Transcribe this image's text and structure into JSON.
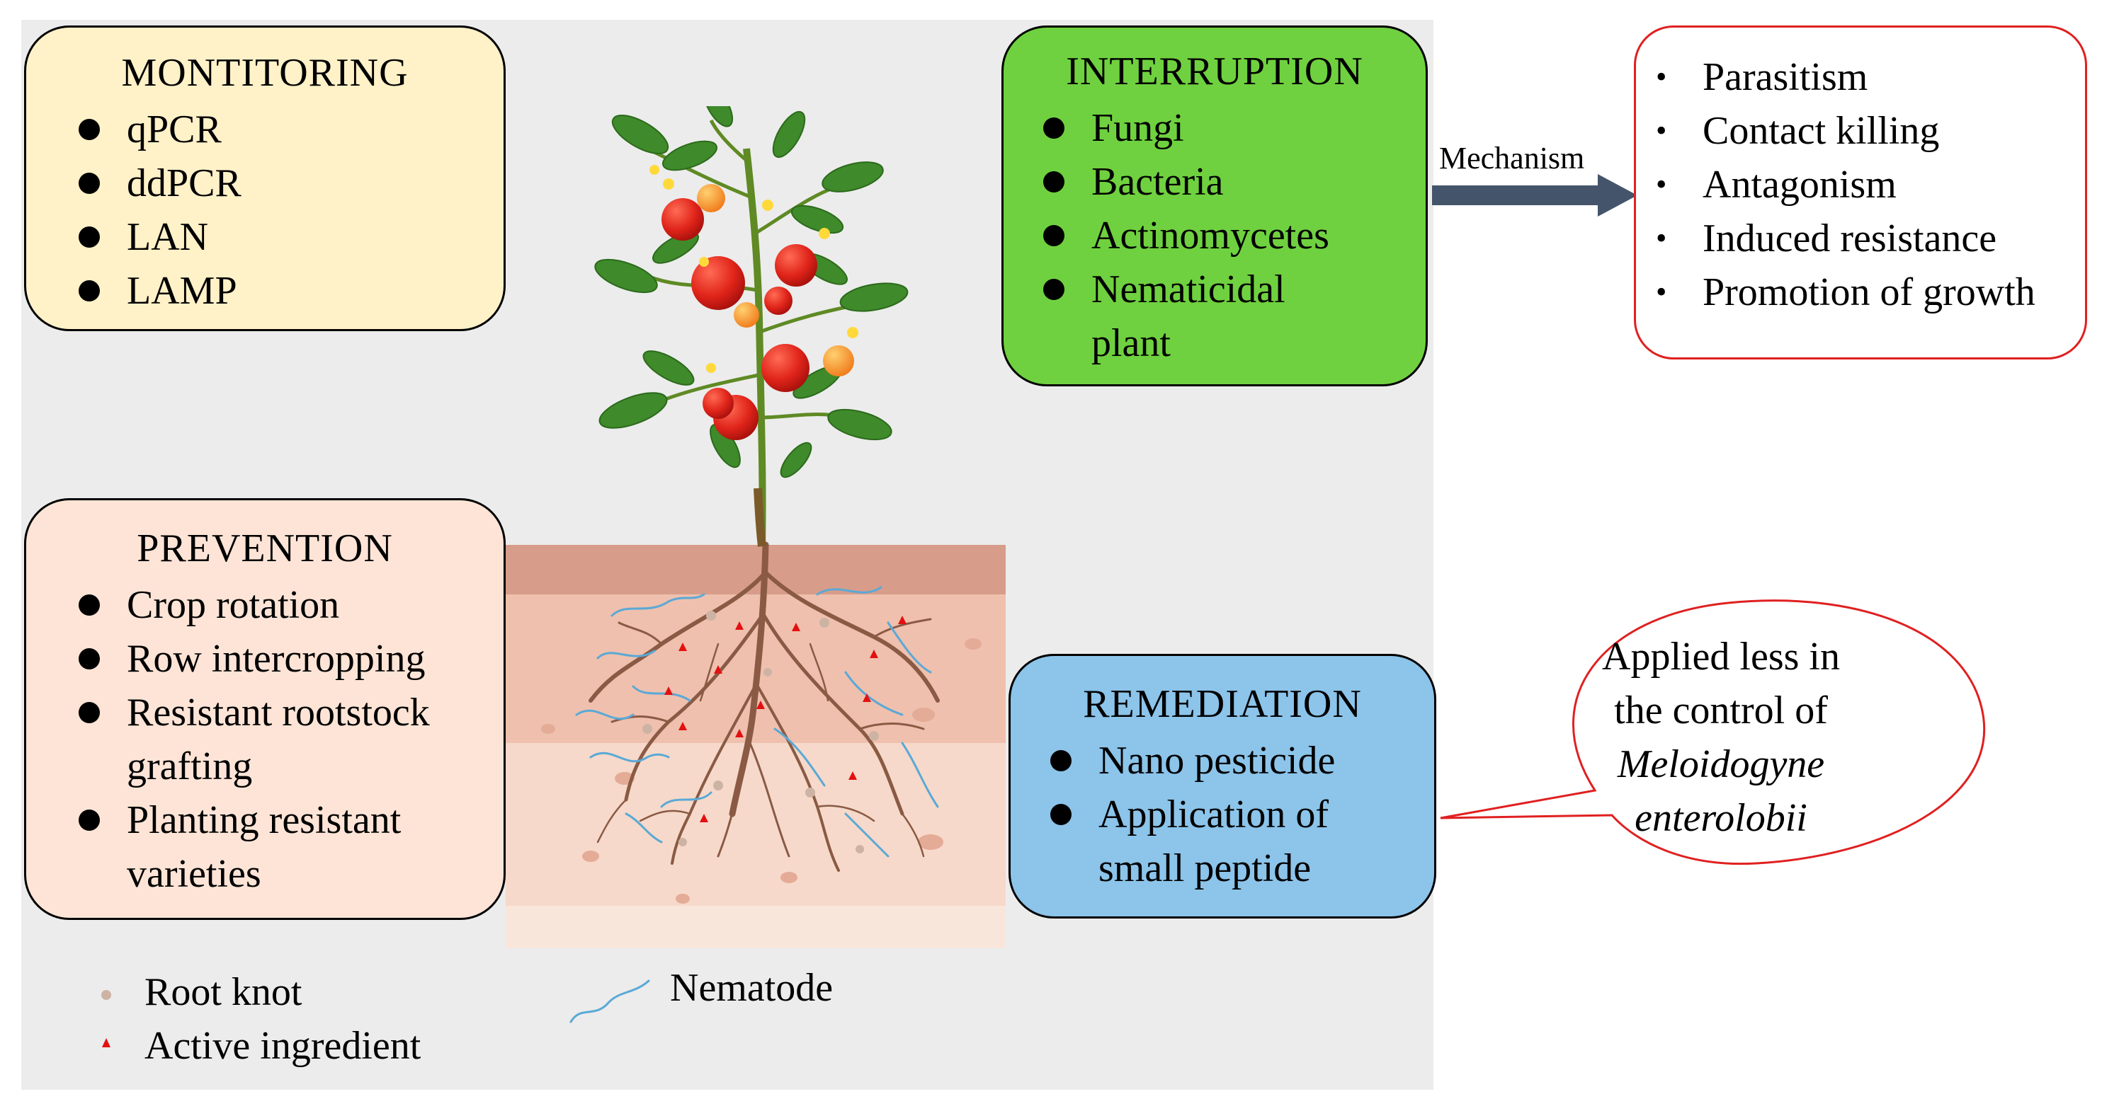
{
  "monitoring": {
    "title": "MONTITORING",
    "items": [
      "qPCR",
      "ddPCR",
      "LAN",
      "LAMP"
    ],
    "bg": "#fff1c8"
  },
  "prevention": {
    "title": "PREVENTION",
    "items": [
      "Crop rotation",
      "Row intercropping",
      "Resistant rootstock grafting",
      "Planting resistant varieties"
    ],
    "bg": "#fde4d6"
  },
  "interruption": {
    "title": "INTERRUPTION",
    "items": [
      "Fungi",
      "Bacteria",
      "Actinomycetes",
      "Nematicidal plant"
    ],
    "bg": "#6fd13f"
  },
  "remediation": {
    "title": "REMEDIATION",
    "items": [
      "Nano pesticide",
      "Application of small peptide"
    ],
    "bg": "#8cc4ea"
  },
  "mechanism": {
    "label": "Mechanism",
    "arrow_color": "#44546a",
    "items": [
      "Parasitism",
      "Contact killing",
      "Antagonism",
      "Induced resistance",
      "Promotion of growth"
    ],
    "border": "#e02020"
  },
  "callout": {
    "line1": "Applied less in",
    "line2": "the control of",
    "species_line1": "Meloidogyne",
    "species_line2": "enterolobii"
  },
  "legend": {
    "root_knot": "Root knot",
    "active_ingredient": "Active ingredient",
    "nematode": "Nematode"
  }
}
